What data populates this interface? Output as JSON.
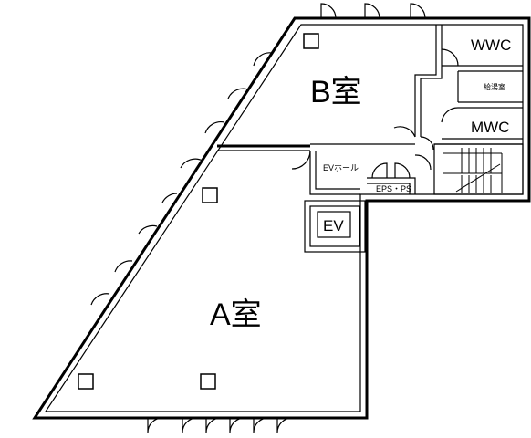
{
  "rooms": {
    "room_a": "A室",
    "room_b": "B室",
    "wwc": "WWC",
    "mwc": "MWC",
    "kyutoshitsu": "給湯室",
    "ev_hall": "EVホール",
    "eps_ps": "EPS・PS",
    "ev": "EV"
  }
}
